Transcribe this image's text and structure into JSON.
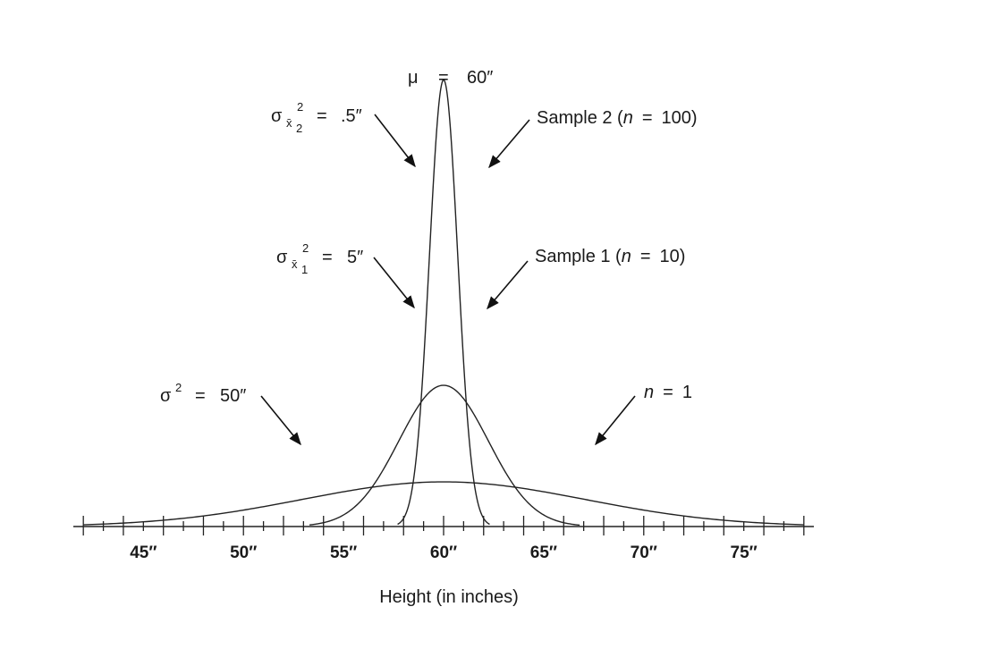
{
  "chart_data": {
    "type": "line",
    "xlabel": "Height (in inches)",
    "xlim": [
      41.5,
      78.5
    ],
    "ylim": [
      0,
      0.62
    ],
    "xtick_step": 1,
    "xtick_major_step": 2,
    "xtick_labels": [
      {
        "x": 45,
        "label": "45″"
      },
      {
        "x": 50,
        "label": "50″"
      },
      {
        "x": 55,
        "label": "55″"
      },
      {
        "x": 60,
        "label": "60″"
      },
      {
        "x": 65,
        "label": "65″"
      },
      {
        "x": 70,
        "label": "70″"
      },
      {
        "x": 75,
        "label": "75″"
      }
    ],
    "mean": 60,
    "series": [
      {
        "variance": 50,
        "x_range": [
          42,
          78
        ]
      },
      {
        "variance": 5,
        "x_range": [
          53.3,
          66.8
        ]
      },
      {
        "variance": 0.5,
        "x_range": [
          57.7,
          62.3
        ]
      }
    ],
    "annotations": {
      "mu": {
        "symbol": "μ",
        "eq": "=",
        "value": "60″"
      },
      "var_mean2": {
        "sym": "σ",
        "sub": "x̄",
        "subsub": "2",
        "sup": "2",
        "eq": "=",
        "value": ".5″"
      },
      "sample2": {
        "pre": "Sample 2 (",
        "n": "n",
        "eq": "=",
        "value": "100)"
      },
      "var_mean1": {
        "sym": "σ",
        "sub": "x̄",
        "subsub": "1",
        "sup": "2",
        "eq": "=",
        "value": "5″"
      },
      "sample1": {
        "pre": "Sample 1 (",
        "n": "n",
        "eq": "=",
        "value": "10)"
      },
      "var_pop": {
        "sym": "σ",
        "sup": "2",
        "eq": "=",
        "value": "50″"
      },
      "n1": {
        "n": "n",
        "eq": "=",
        "value": "1"
      }
    }
  }
}
